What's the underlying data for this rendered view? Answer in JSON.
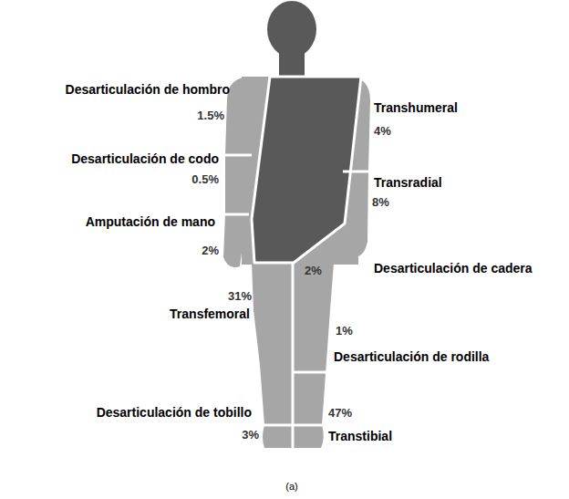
{
  "diagram": {
    "caption": "(a)",
    "labels": [
      "Desarticulación de hombro",
      "1.5%",
      "Desarticulación de codo",
      "0.5%",
      "Amputación de mano",
      "2%",
      "Transhumeral",
      "4%",
      "Transradial",
      "8%",
      "2%",
      "Desarticulación de cadera",
      "31%",
      "Transfemoral",
      "1%",
      "Desarticulación de rodilla",
      "Desarticulación de tobillo",
      "3%",
      "47%",
      "Transtibial"
    ]
  }
}
